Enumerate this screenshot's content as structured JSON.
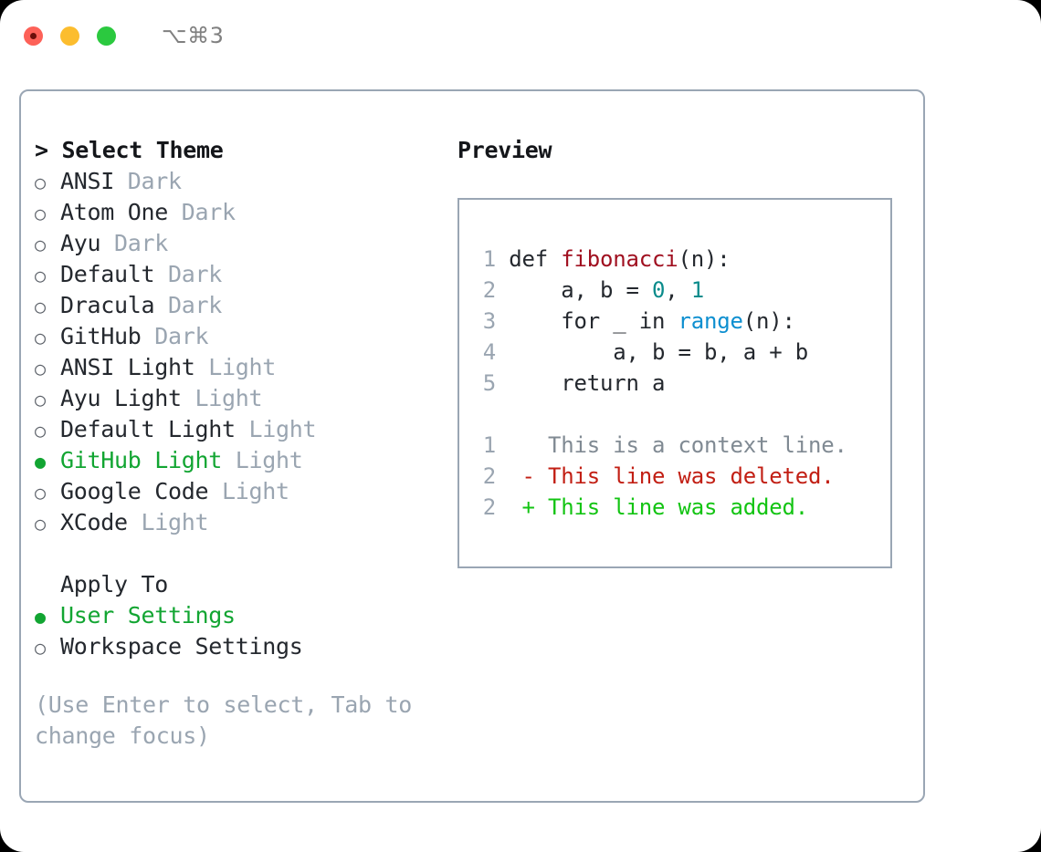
{
  "titlebar": {
    "shortcut": "⌥⌘3",
    "buttons": [
      {
        "name": "close",
        "color": "#fd6158"
      },
      {
        "name": "minimize",
        "color": "#fcbd2e"
      },
      {
        "name": "zoom",
        "color": "#2bc93f"
      }
    ]
  },
  "theme_list": {
    "heading": "> Select Theme",
    "marker_unselected": "○",
    "marker_selected": "●",
    "items": [
      {
        "label": "ANSI",
        "kind": "Dark",
        "selected": false
      },
      {
        "label": "Atom One",
        "kind": "Dark",
        "selected": false
      },
      {
        "label": "Ayu",
        "kind": "Dark",
        "selected": false
      },
      {
        "label": "Default",
        "kind": "Dark",
        "selected": false
      },
      {
        "label": "Dracula",
        "kind": "Dark",
        "selected": false
      },
      {
        "label": "GitHub",
        "kind": "Dark",
        "selected": false
      },
      {
        "label": "ANSI Light",
        "kind": "Light",
        "selected": false
      },
      {
        "label": "Ayu Light",
        "kind": "Light",
        "selected": false
      },
      {
        "label": "Default Light",
        "kind": "Light",
        "selected": false
      },
      {
        "label": "GitHub Light",
        "kind": "Light",
        "selected": true
      },
      {
        "label": "Google Code",
        "kind": "Light",
        "selected": false
      },
      {
        "label": "XCode",
        "kind": "Light",
        "selected": false
      }
    ]
  },
  "apply_to": {
    "heading": "Apply To",
    "items": [
      {
        "label": "User Settings",
        "selected": true
      },
      {
        "label": "Workspace Settings",
        "selected": false
      }
    ]
  },
  "hint": "(Use Enter to select, Tab to change focus)",
  "preview": {
    "title": "Preview",
    "code_lines": [
      {
        "num": "1",
        "indent": "",
        "segments": [
          {
            "text": "def ",
            "style": "plain"
          },
          {
            "text": "fibonacci",
            "style": "fn"
          },
          {
            "text": "(n):",
            "style": "plain"
          }
        ]
      },
      {
        "num": "2",
        "indent": "",
        "segments": [
          {
            "text": "    a, b = ",
            "style": "plain"
          },
          {
            "text": "0",
            "style": "num"
          },
          {
            "text": ", ",
            "style": "plain"
          },
          {
            "text": "1",
            "style": "num"
          }
        ]
      },
      {
        "num": "3",
        "indent": "",
        "segments": [
          {
            "text": "    for _ in ",
            "style": "plain"
          },
          {
            "text": "range",
            "style": "blue"
          },
          {
            "text": "(n):",
            "style": "plain"
          }
        ]
      },
      {
        "num": "4",
        "indent": "",
        "segments": [
          {
            "text": "        a, b = b, a + b",
            "style": "plain"
          }
        ]
      },
      {
        "num": "5",
        "indent": "",
        "segments": [
          {
            "text": "    return a",
            "style": "plain"
          }
        ]
      }
    ],
    "diff_lines": [
      {
        "num": "1",
        "sign": " ",
        "text": " This is a context line.",
        "kind": "context"
      },
      {
        "num": "2",
        "sign": "-",
        "text": " This line was deleted.",
        "kind": "deleted"
      },
      {
        "num": "2",
        "sign": "+",
        "text": " This line was added.",
        "kind": "added"
      }
    ]
  },
  "colors": {
    "accent_green": "#12a532",
    "muted": "#9aa5b1",
    "border": "#9aa6b4",
    "code_function": "#a01020",
    "code_number": "#0a8b8b",
    "code_builtin": "#0d8fd0",
    "diff_deleted": "#c21f14",
    "diff_added": "#13c413"
  }
}
